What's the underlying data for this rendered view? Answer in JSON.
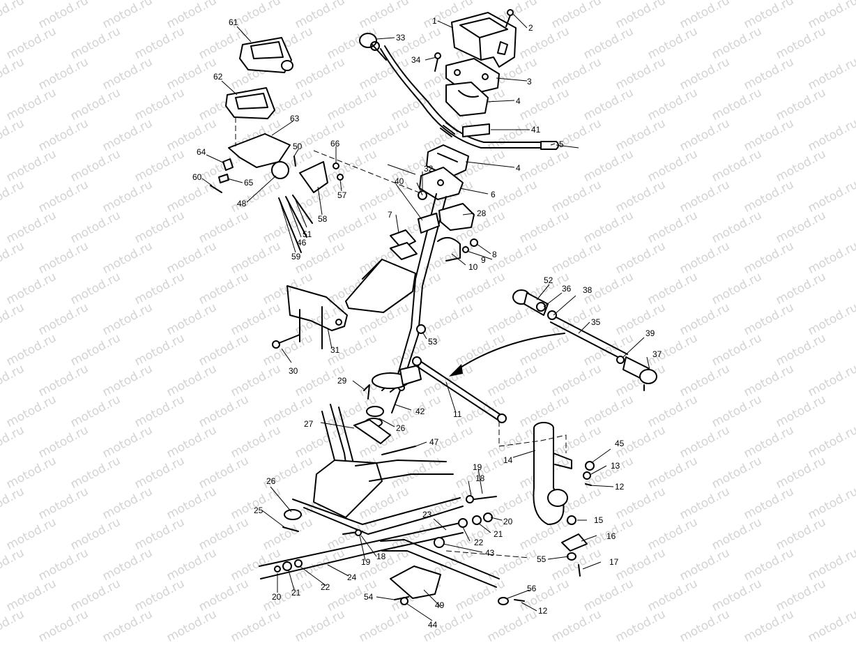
{
  "watermark": "motod.ru",
  "callouts": [
    "1",
    "2",
    "3",
    "4",
    "5",
    "6",
    "7",
    "8",
    "9",
    "10",
    "11",
    "12",
    "13",
    "14",
    "15",
    "16",
    "17",
    "18",
    "19",
    "20",
    "21",
    "22",
    "23",
    "24",
    "25",
    "26",
    "27",
    "28",
    "29",
    "30",
    "31",
    "32",
    "33",
    "34",
    "35",
    "36",
    "37",
    "38",
    "39",
    "40",
    "41",
    "42",
    "43",
    "44",
    "45",
    "46",
    "47",
    "48",
    "49",
    "50",
    "51",
    "52",
    "53",
    "54",
    "55",
    "56",
    "57",
    "58",
    "59",
    "60",
    "61",
    "62",
    "63",
    "64",
    "65",
    "66"
  ]
}
